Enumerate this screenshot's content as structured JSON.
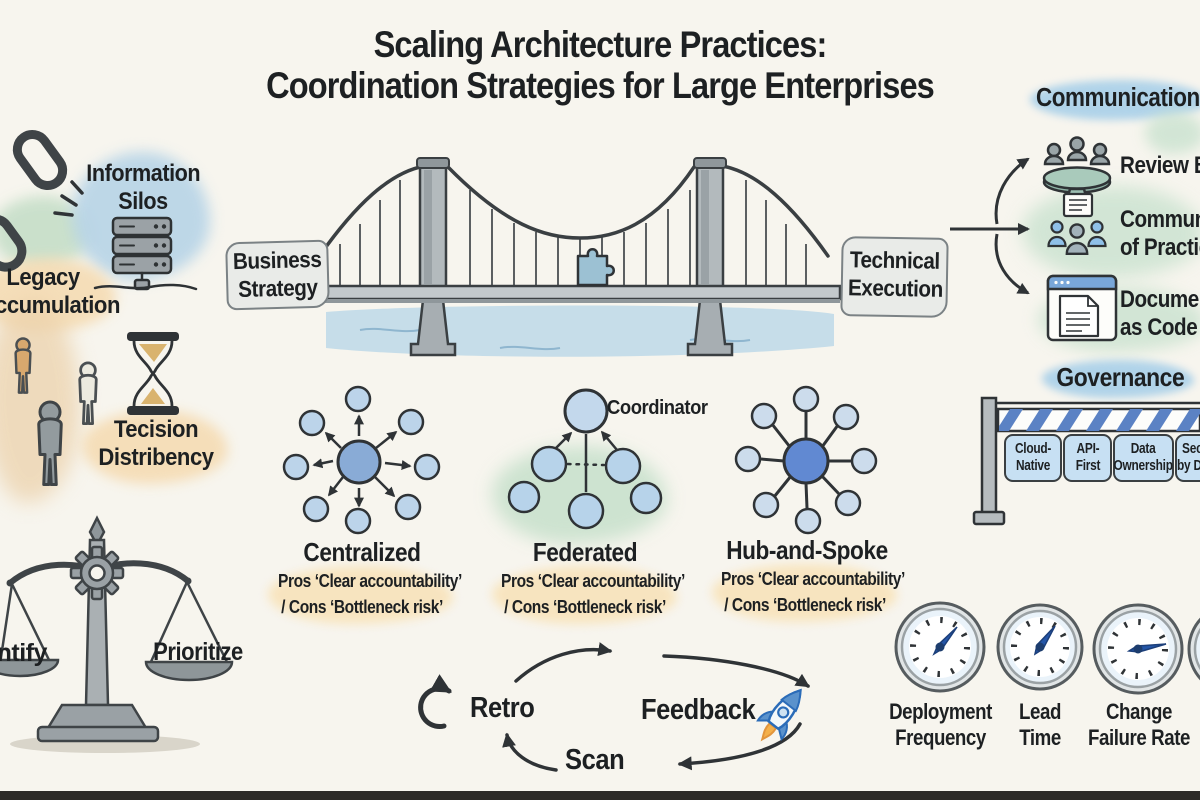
{
  "title": {
    "line1": "Scaling Architecture Practices:",
    "line2": "Coordination Strategies for Large Enterprises"
  },
  "pain_points": {
    "information_silos": {
      "line1": "Information",
      "line2": "Silos"
    },
    "legacy_accumulation": {
      "line1": "Legacy",
      "line2": "Accumulation"
    },
    "decision_discrepancy": {
      "line1": "Tecision",
      "line2": "Distribency"
    }
  },
  "bridge": {
    "left_label": {
      "line1": "Business",
      "line2": "Strategy"
    },
    "right_label": {
      "line1": "Technical",
      "line2": "Execution"
    }
  },
  "models": {
    "coordinator_label": "Coordinator",
    "items": [
      {
        "name": "Centralized",
        "pros": "Pros ‘Clear accountability’",
        "cons": "/ Cons ‘Bottleneck risk’"
      },
      {
        "name": "Federated",
        "pros": "Pros ‘Clear accountability’",
        "cons": "/ Cons ‘Bottleneck risk’"
      },
      {
        "name": "Hub-and-Spoke",
        "pros": "Pros ‘Clear accountability’",
        "cons": "/ Cons ‘Bottleneck risk’"
      }
    ]
  },
  "communication": {
    "header": "Communication",
    "items": [
      {
        "line1": "Review Board",
        "line2": ""
      },
      {
        "line1": "Community",
        "line2": "of Practice"
      },
      {
        "line1": "Documentation",
        "line2": "as Code"
      }
    ]
  },
  "governance": {
    "header": "Governance",
    "signs": [
      {
        "line1": "Cloud-",
        "line2": "Native"
      },
      {
        "line1": "API-",
        "line2": "First"
      },
      {
        "line1": "Data",
        "line2": "Ownership"
      },
      {
        "line1": "Security",
        "line2": "by Default"
      }
    ]
  },
  "balance": {
    "left_label": "Identify",
    "right_label": "Prioritize"
  },
  "cycle": {
    "step1": "Retro",
    "step2": "Feedback",
    "step3": "Scan"
  },
  "metrics": [
    {
      "line1": "Deployment",
      "line2": "Frequency"
    },
    {
      "line1": "Lead",
      "line2": "Time"
    },
    {
      "line1": "Change",
      "line2": "Failure Rate"
    }
  ],
  "icons": {
    "broken_chain": "broken-chain-icon",
    "servers": "server-stack-icon",
    "hourglass": "hourglass-icon",
    "people": "people-figures-icon",
    "bridge": "suspension-bridge-icon",
    "puzzle": "puzzle-piece-icon",
    "review_board": "round-table-icon",
    "community": "people-group-icon",
    "doc_as_code": "browser-document-icon",
    "barrier": "guardrail-icon",
    "scale": "balance-scale-icon",
    "gear": "gear-icon",
    "refresh": "refresh-cycle-icon",
    "rocket": "rocket-icon",
    "gauges": "gauge-icon"
  },
  "colors": {
    "background": "#f7f5ee",
    "ink": "#2f3336",
    "watercolor_blue": "#b5d3e6",
    "watercolor_green": "#c6dfcb",
    "watercolor_peach": "#f6ddb5",
    "node_blue": "#bcd4ea",
    "hub_blue": "#6189d2",
    "needle_blue": "#2456a8",
    "stripe_blue": "#5b82c4"
  }
}
